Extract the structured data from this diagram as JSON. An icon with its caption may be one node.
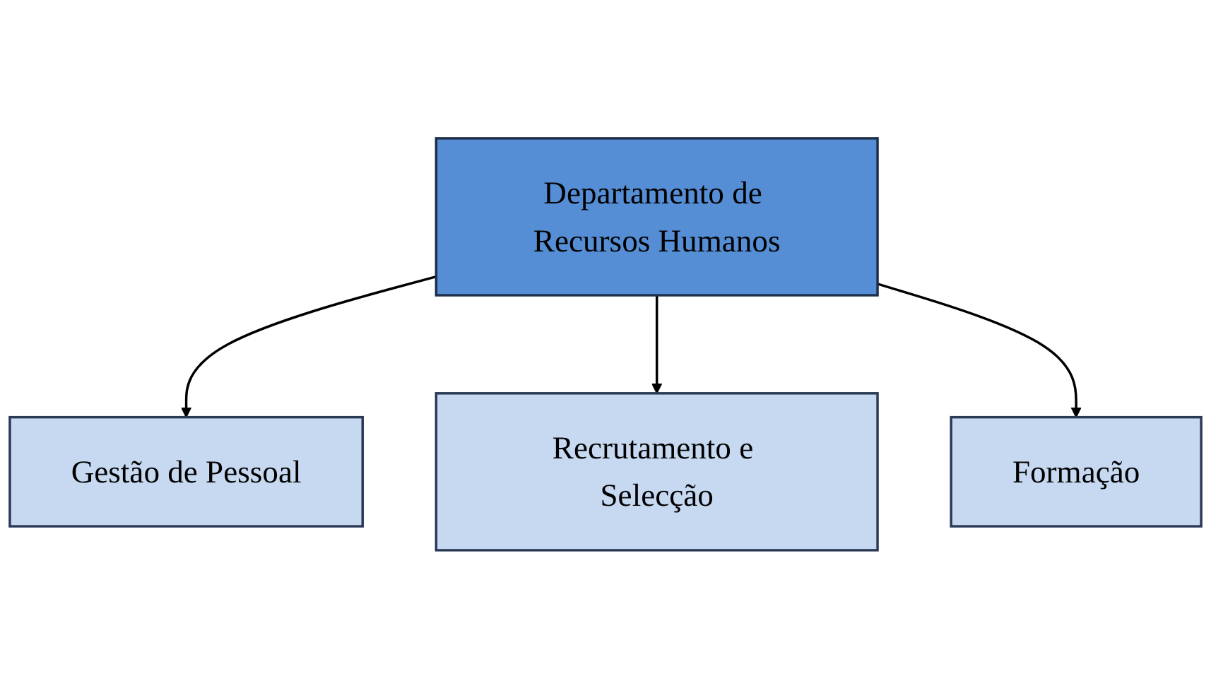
{
  "diagram": {
    "nodes": [
      {
        "text": [
          "Departamento de Recursos Humanos"
        ]
      },
      {
        "text": [
          "Gestão de Pessoal"
        ]
      },
      {
        "text": [
          "Recrutamento e Selecção"
        ]
      },
      {
        "text": [
          "Formação"
        ]
      }
    ],
    "edges": [
      {
        "from": 0,
        "to": 1,
        "arrow": "to"
      },
      {
        "from": 0,
        "to": 2,
        "arrow": "to"
      },
      {
        "from": 0,
        "to": 3,
        "arrow": "to"
      }
    ]
  }
}
